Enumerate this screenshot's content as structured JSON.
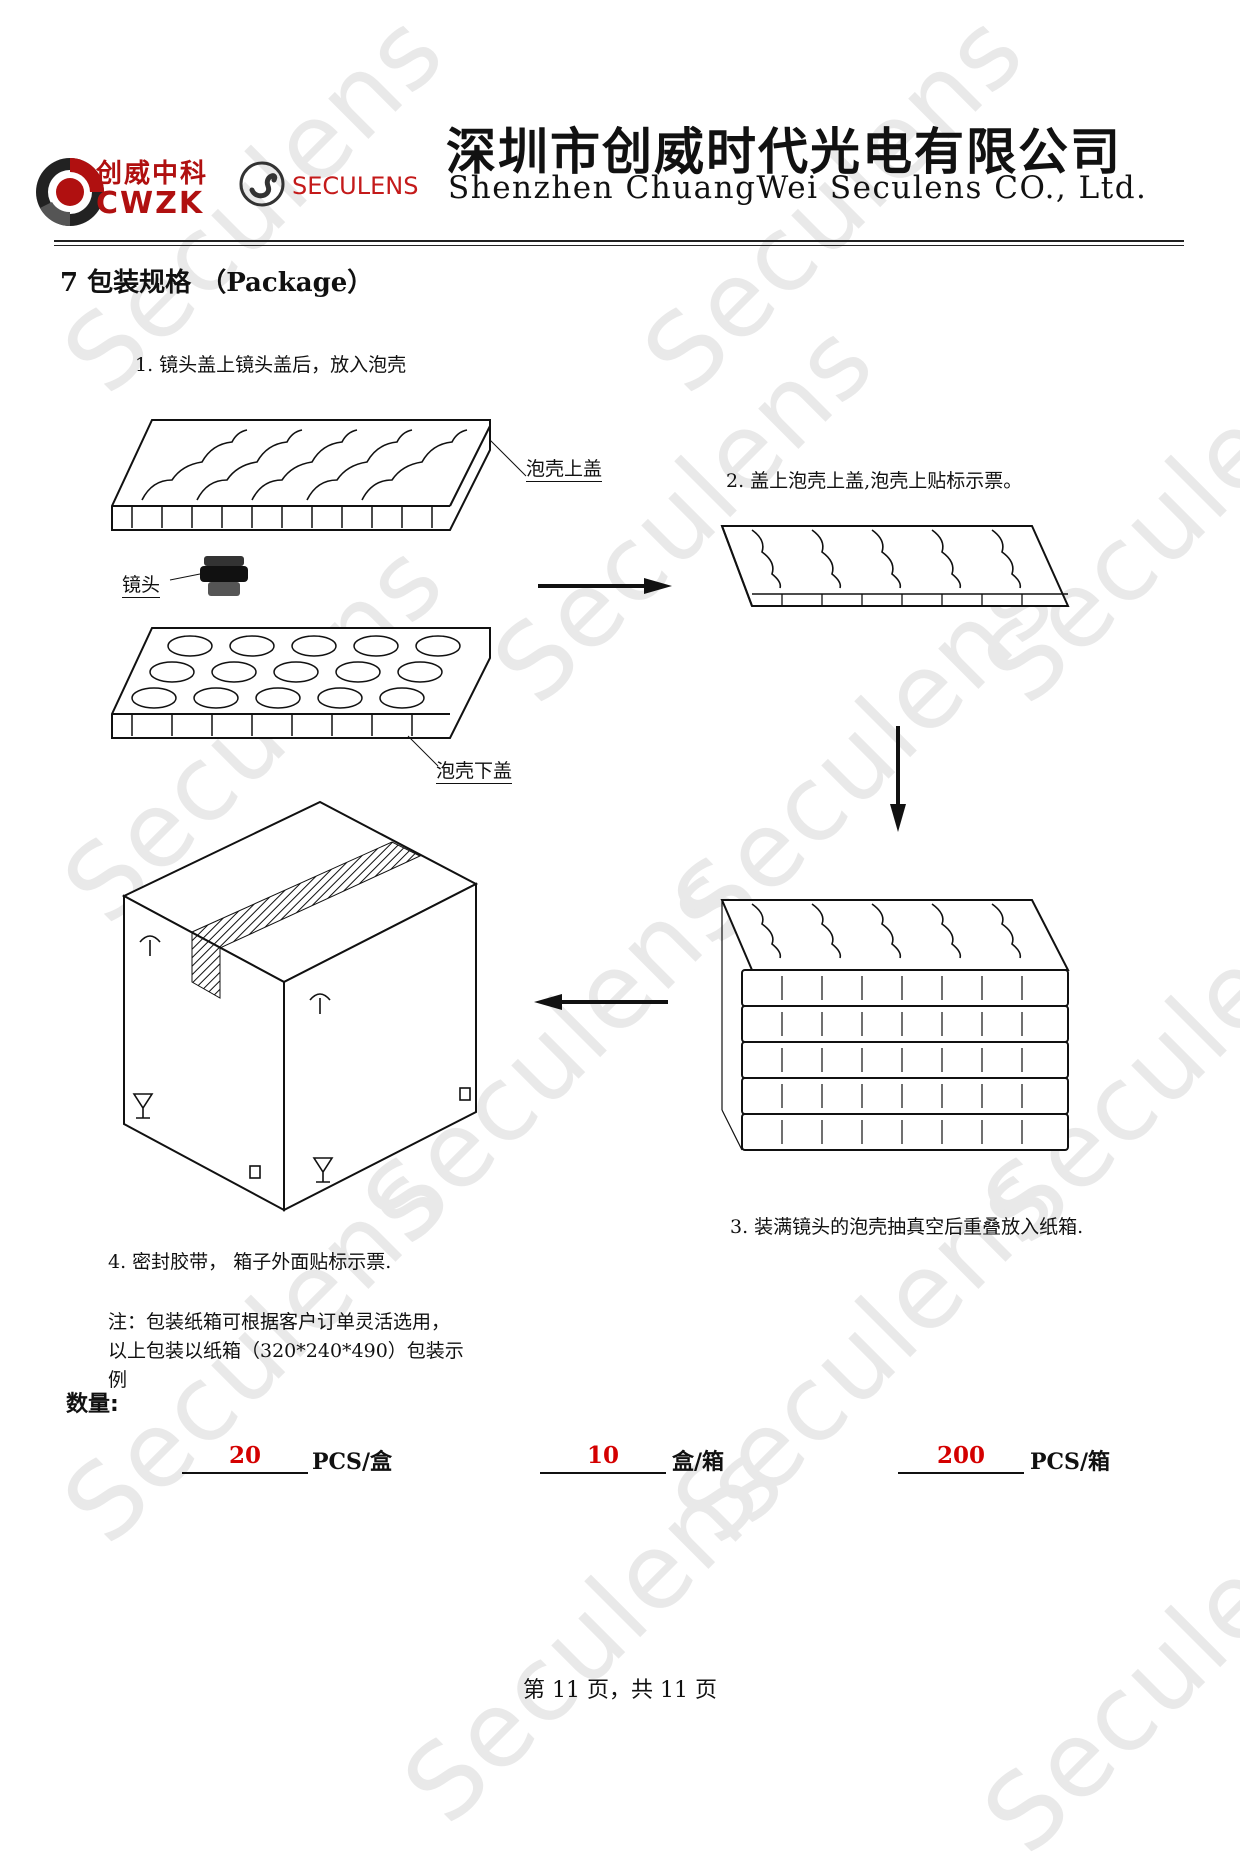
{
  "watermark": "Seculens",
  "header": {
    "logo_cn": "创威中科",
    "logo_abbr": "CWZK",
    "logo_brand": "SECULENS",
    "company_cn": "深圳市创威时代光电有限公司",
    "company_en": "Shenzhen ChuangWei Seculens CO., Ltd."
  },
  "section_title": "7 包装规格 （Package）",
  "steps": [
    {
      "text": "1. 镜头盖上镜头盖后，放入泡壳"
    },
    {
      "text": "2. 盖上泡壳上盖,泡壳上贴标示票。"
    },
    {
      "text": "3. 装满镜头的泡壳抽真空后重叠放入纸箱."
    },
    {
      "text": "4. 密封胶带， 箱子外面贴标示票."
    }
  ],
  "labels": {
    "top_cover": "泡壳上盖",
    "lens": "镜头",
    "bottom_cover": "泡壳下盖"
  },
  "note_lines": [
    "注：包装纸箱可根据客户订单灵活选用，",
    "以上包装以纸箱（320*240*490）包装示",
    "例"
  ],
  "quantity": {
    "title": "数量:",
    "items": [
      {
        "value": "20",
        "unit": "PCS/盒"
      },
      {
        "value": "10",
        "unit": "盒/箱"
      },
      {
        "value": "200",
        "unit": "PCS/箱"
      }
    ]
  },
  "footer": "第 11 页，共 11 页"
}
